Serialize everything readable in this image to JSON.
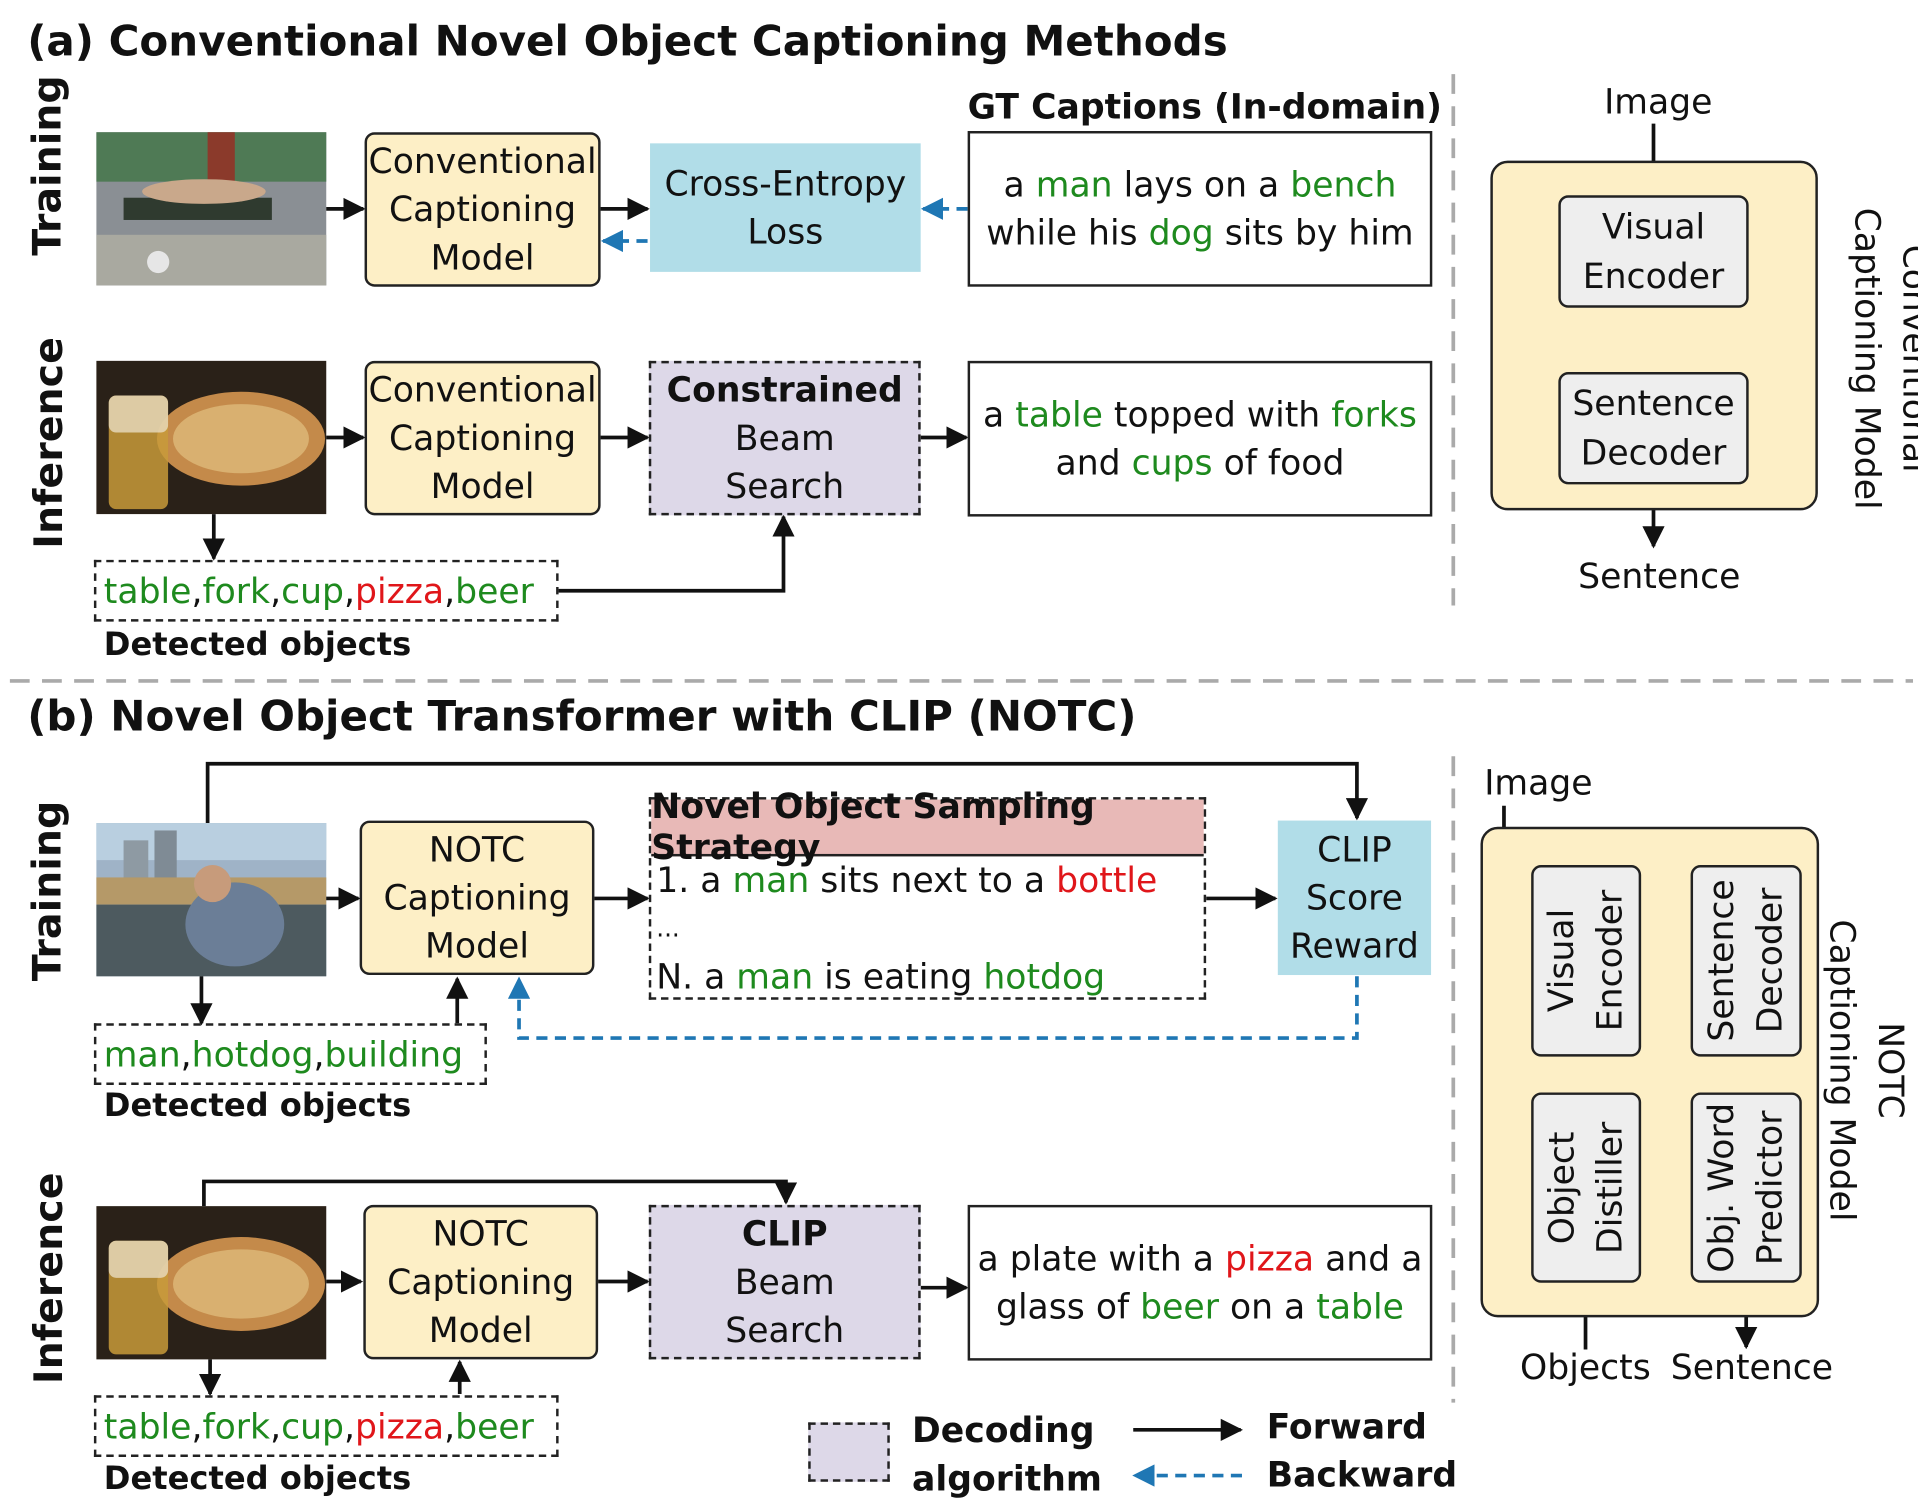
{
  "section_a": {
    "title": "(a) Conventional Novel Object Captioning Methods",
    "training_label": "Training",
    "inference_label": "Inference",
    "model_line1": "Conventional",
    "model_line2": "Captioning",
    "model_line3": "Model",
    "loss_line1": "Cross-Entropy",
    "loss_line2": "Loss",
    "gt_header": "GT Captions (In-domain)",
    "gt_caption": {
      "w1": "a ",
      "w2": "man",
      "w3": " lays on a ",
      "w4": "bench",
      "w5": "while his ",
      "w6": "dog",
      "w7": " sits by him"
    },
    "decoder_line1": "Constrained",
    "decoder_line2": "Beam",
    "decoder_line3": "Search",
    "inference_caption": {
      "w1": "a ",
      "w2": "table",
      "w3": " topped with ",
      "w4": "forks",
      "w5": "and ",
      "w6": "cups",
      "w7": " of food"
    },
    "detected": {
      "o1": "table",
      "o2": "fork",
      "o3": "cup",
      "o4": "pizza",
      "o5": "beer",
      "sep": ", "
    },
    "detected_label": "Detected objects",
    "side": {
      "image_label": "Image",
      "encoder_line1": "Visual",
      "encoder_line2": "Encoder",
      "decoder_line1": "Sentence",
      "decoder_line2": "Decoder",
      "sentence_label": "Sentence",
      "model_line1": "Conventional",
      "model_line2": "Captioning Model"
    }
  },
  "section_b": {
    "title": "(b) Novel Object Transformer with CLIP (NOTC)",
    "training_label": "Training",
    "inference_label": "Inference",
    "model_line1": "NOTC",
    "model_line2": "Captioning",
    "model_line3": "Model",
    "sampling_header": "Novel Object Sampling Strategy",
    "sample1": {
      "w1": "1. a ",
      "w2": "man",
      "w3": " sits next to a ",
      "w4": "bottle"
    },
    "sample_ellipsis": "...",
    "sampleN": {
      "w1": "N. a ",
      "w2": "man",
      "w3": " is eating ",
      "w4": "hotdog"
    },
    "reward_line1": "CLIP",
    "reward_line2": "Score",
    "reward_line3": "Reward",
    "train_detected": {
      "o1": "man",
      "o2": "hotdog",
      "o3": "building",
      "sep": ", "
    },
    "detected_label": "Detected objects",
    "decoder_line1": "CLIP",
    "decoder_line2": "Beam",
    "decoder_line3": "Search",
    "inference_caption": {
      "w1": "a plate with a ",
      "w2": "pizza",
      "w3": " and a",
      "w4": "glass of ",
      "w5": "beer",
      "w6": " on a ",
      "w7": "table"
    },
    "inf_detected": {
      "o1": "table",
      "o2": "fork",
      "o3": "cup",
      "o4": "pizza",
      "o5": "beer",
      "sep": ", "
    },
    "side": {
      "image_label": "Image",
      "encoder_line1": "Visual",
      "encoder_line2": "Encoder",
      "decoder_line1": "Sentence",
      "decoder_line2": "Decoder",
      "distiller_line1": "Object",
      "distiller_line2": "Distiller",
      "predictor_line1": "Obj. Word",
      "predictor_line2": "Predictor",
      "objects_label": "Objects",
      "sentence_label": "Sentence",
      "model_line1": "NOTC",
      "model_line2": "Captioning Model"
    }
  },
  "legend": {
    "decoding_line1": "Decoding",
    "decoding_line2": "algorithm",
    "forward": "Forward",
    "backward": "Backward"
  },
  "colors": {
    "model_fill": "#fdefc6",
    "loss_fill": "#b1dde8",
    "decoder_fill": "#ddd8e8",
    "sampling_header_fill": "#e8b9b7",
    "in_domain_word": "#1e8a1e",
    "novel_word": "#e0161a",
    "backward_arrow": "#1f77b4"
  }
}
